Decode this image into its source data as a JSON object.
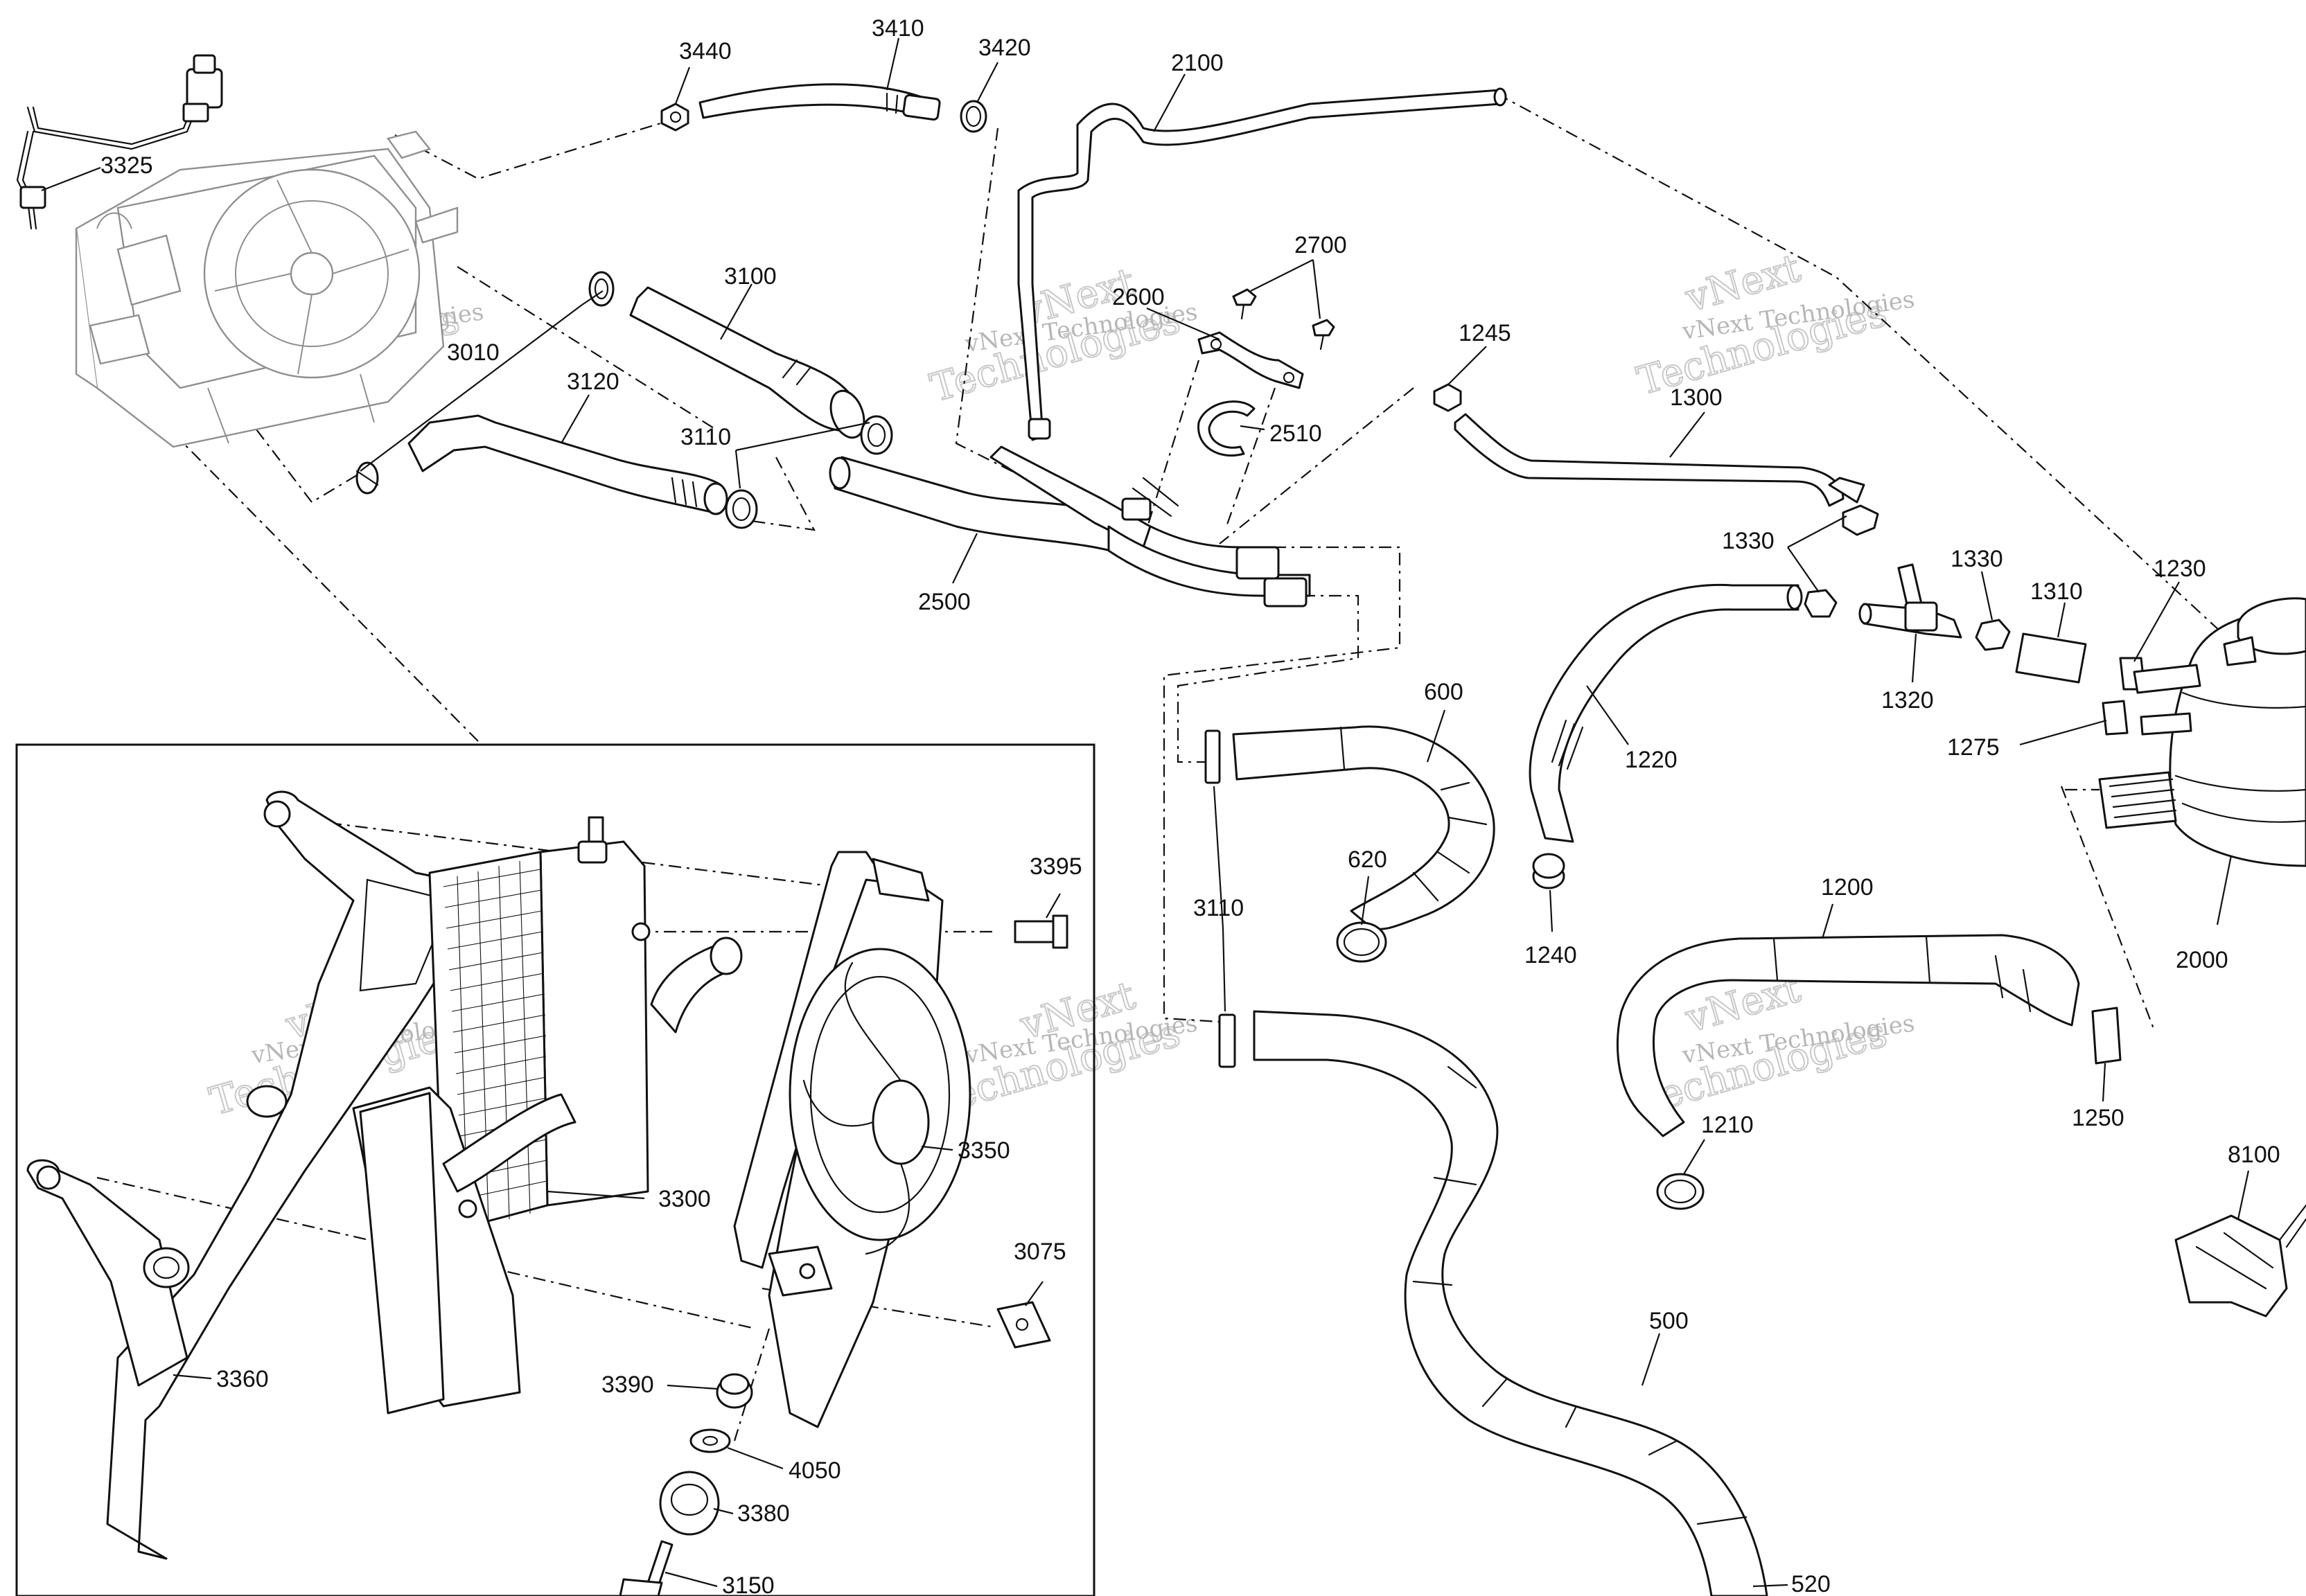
{
  "watermark": {
    "text_small": "vNext Technologies",
    "text_large_1": "vNext",
    "text_large_2": "Technologies"
  },
  "parts": {
    "p3325": "3325",
    "p3440": "3440",
    "p3410": "3410",
    "p3420": "3420",
    "p2100": "2100",
    "p3100": "3100",
    "p3010": "3010",
    "p2600": "2600",
    "p2700": "2700",
    "p1245": "1245",
    "p1300": "1300",
    "p3120": "3120",
    "p3110a": "3110",
    "p2510": "2510",
    "p2500": "2500",
    "p1330a": "1330",
    "p1330b": "1330",
    "p1310": "1310",
    "p1230": "1230",
    "p1320": "1320",
    "p1220": "1220",
    "p1275": "1275",
    "p600": "600",
    "p620": "620",
    "p1240": "1240",
    "p3110b": "3110",
    "p1200": "1200",
    "p2000": "2000",
    "p1250": "1250",
    "p1210": "1210",
    "p8100": "8100",
    "p500": "500",
    "p520": "520",
    "p3395": "3395",
    "p3350": "3350",
    "p3300": "3300",
    "p3075": "3075",
    "p3360": "3360",
    "p3390": "3390",
    "p4050": "4050",
    "p3380": "3380",
    "p3150": "3150"
  }
}
